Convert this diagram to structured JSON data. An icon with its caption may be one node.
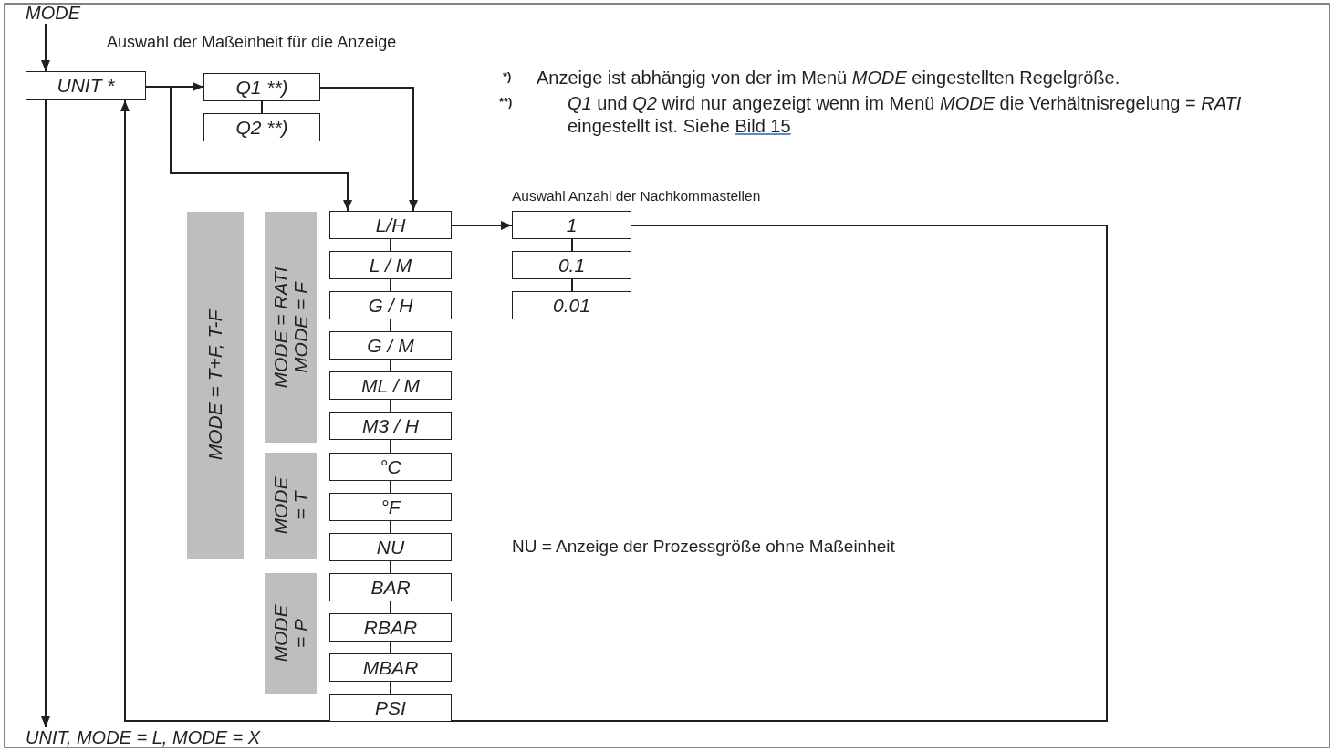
{
  "diagram": {
    "nodes": [
      {
        "text": [
          "MODE"
        ]
      },
      {
        "text": [
          "UNIT *"
        ]
      },
      {
        "text": [
          "Q1 **)"
        ]
      },
      {
        "text": [
          "Q2 **)"
        ]
      },
      {
        "text": [
          "L/H"
        ]
      },
      {
        "text": [
          "L / M"
        ]
      },
      {
        "text": [
          "G / H"
        ]
      },
      {
        "text": [
          "G / M"
        ]
      },
      {
        "text": [
          "ML / M"
        ]
      },
      {
        "text": [
          "M3 / H"
        ]
      },
      {
        "text": [
          "°C"
        ]
      },
      {
        "text": [
          "°F"
        ]
      },
      {
        "text": [
          "NU"
        ]
      },
      {
        "text": [
          "BAR"
        ]
      },
      {
        "text": [
          "RBAR"
        ]
      },
      {
        "text": [
          "MBAR"
        ]
      },
      {
        "text": [
          "PSI"
        ]
      },
      {
        "text": [
          "1"
        ]
      },
      {
        "text": [
          "0.1"
        ]
      },
      {
        "text": [
          "0.01"
        ]
      },
      {
        "text": [
          "UNIT, MODE = L, MODE = X"
        ]
      },
      {
        "text": [
          "MODE = T+F, T-F"
        ]
      },
      {
        "text": [
          "MODE = RATI MODE = F"
        ]
      },
      {
        "text": [
          "MODE = T"
        ]
      },
      {
        "text": [
          "MODE = P"
        ]
      }
    ],
    "edges": [
      {
        "from": 0,
        "to": 1,
        "arrow": "to"
      },
      {
        "from": 1,
        "to": 2,
        "arrow": "to"
      },
      {
        "from": 1,
        "to": 4,
        "arrow": "to"
      },
      {
        "from": 2,
        "to": 4,
        "arrow": "to"
      },
      {
        "from": 2,
        "to": 3,
        "arrow": "none"
      },
      {
        "from": 4,
        "to": 5,
        "arrow": "none"
      },
      {
        "from": 5,
        "to": 6,
        "arrow": "none"
      },
      {
        "from": 6,
        "to": 7,
        "arrow": "none"
      },
      {
        "from": 7,
        "to": 8,
        "arrow": "none"
      },
      {
        "from": 8,
        "to": 9,
        "arrow": "none"
      },
      {
        "from": 9,
        "to": 10,
        "arrow": "none"
      },
      {
        "from": 10,
        "to": 11,
        "arrow": "none"
      },
      {
        "from": 11,
        "to": 12,
        "arrow": "none"
      },
      {
        "from": 12,
        "to": 13,
        "arrow": "none"
      },
      {
        "from": 13,
        "to": 14,
        "arrow": "none"
      },
      {
        "from": 14,
        "to": 15,
        "arrow": "none"
      },
      {
        "from": 15,
        "to": 16,
        "arrow": "none"
      },
      {
        "from": 4,
        "to": 17,
        "arrow": "to"
      },
      {
        "from": 17,
        "to": 18,
        "arrow": "none"
      },
      {
        "from": 18,
        "to": 19,
        "arrow": "none"
      },
      {
        "from": 17,
        "to": 1,
        "arrow": "to"
      },
      {
        "from": 1,
        "to": 20,
        "arrow": "to"
      }
    ],
    "labels": [
      "Auswahl der Maßeinheit für die Anzeige",
      "*)",
      "Anzeige ist abhängig von der im Menü *MODE* eingestellten Regelgröße.",
      "**)",
      "*Q1* und *Q2* wird nur angezeigt wenn im Menü *MODE* die Verhältnisregelung = *RATI* eingestellt ist. Siehe",
      "Bild 15",
      "Auswahl Anzahl der Nachkommastellen",
      "NU = Anzeige der Prozessgröße ohne Maßeinheit"
    ]
  }
}
